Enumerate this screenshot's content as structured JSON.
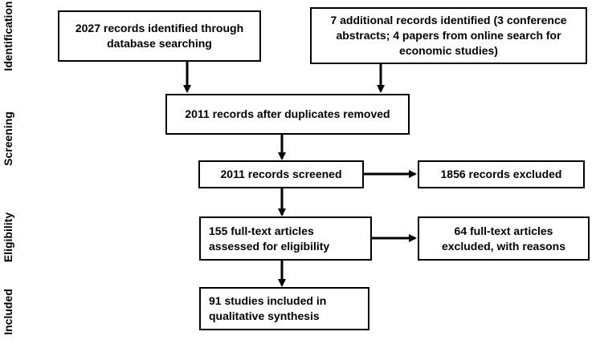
{
  "stages": {
    "identification": "Identification",
    "screening": "Screening",
    "eligibility": "Eligibility",
    "included": "Included"
  },
  "boxes": {
    "database": "2027 records identified through database searching",
    "additional": "7 additional records identified (3 conference abstracts; 4 papers from online search for economic studies)",
    "deduplicated": "2011 records after duplicates removed",
    "screened": "2011 records screened",
    "excluded": "1856 records excluded",
    "fulltext": "155 full-text articles assessed for eligibility",
    "fulltext_excluded": "64 full-text articles excluded, with reasons",
    "included": "91 studies included in qualitative synthesis"
  }
}
